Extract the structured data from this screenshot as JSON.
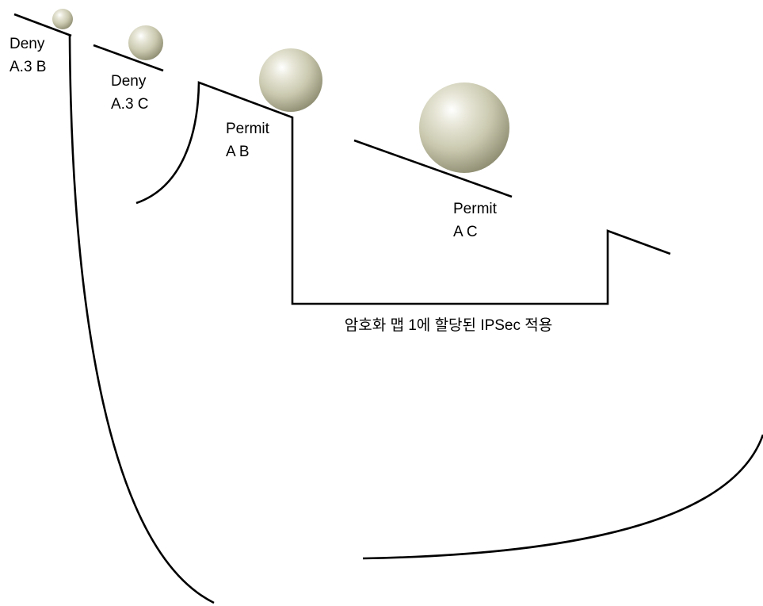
{
  "labels": {
    "deny_ab_line1": "Deny",
    "deny_ab_line2": "A.3 B",
    "deny_ac_line1": "Deny",
    "deny_ac_line2": "A.3 C",
    "permit_ab_line1": "Permit",
    "permit_ab_line2": "A B",
    "permit_ac_line1": "Permit",
    "permit_ac_line2": "A C",
    "ipsec_caption": "암호화 맵 1에 할당된 IPSec 적용"
  },
  "colors": {
    "line": "#000000",
    "ball_highlight": "#ffffff",
    "ball_mid": "#d4d3bf",
    "ball_shadow": "#8c8b70",
    "background": "#ffffff"
  },
  "icons": {
    "ball": "shaded-sphere"
  }
}
